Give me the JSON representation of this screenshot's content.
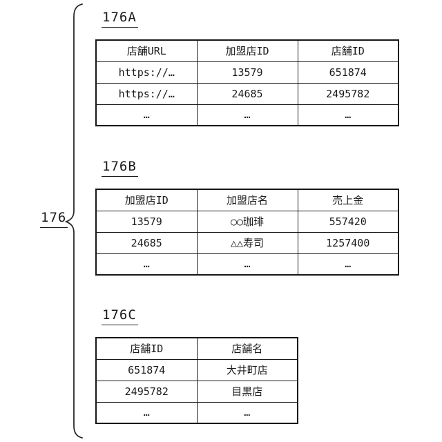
{
  "figure": {
    "group_label": "176",
    "colors": {
      "line": "#1a1a1a",
      "background": "#ffffff"
    },
    "tables": [
      {
        "label": "176A",
        "headers": [
          "店舗URL",
          "加盟店ID",
          "店舗ID"
        ],
        "rows": [
          [
            "https://…",
            "13579",
            "651874"
          ],
          [
            "https://…",
            "24685",
            "2495782"
          ],
          [
            "…",
            "…",
            "…"
          ]
        ]
      },
      {
        "label": "176B",
        "headers": [
          "加盟店ID",
          "加盟店名",
          "売上金"
        ],
        "rows": [
          [
            "13579",
            "○○珈琲",
            "557420"
          ],
          [
            "24685",
            "△△寿司",
            "1257400"
          ],
          [
            "…",
            "…",
            "…"
          ]
        ]
      },
      {
        "label": "176C",
        "headers": [
          "店舗ID",
          "店舗名"
        ],
        "rows": [
          [
            "651874",
            "大井町店"
          ],
          [
            "2495782",
            "目黒店"
          ],
          [
            "…",
            "…"
          ]
        ]
      }
    ]
  }
}
